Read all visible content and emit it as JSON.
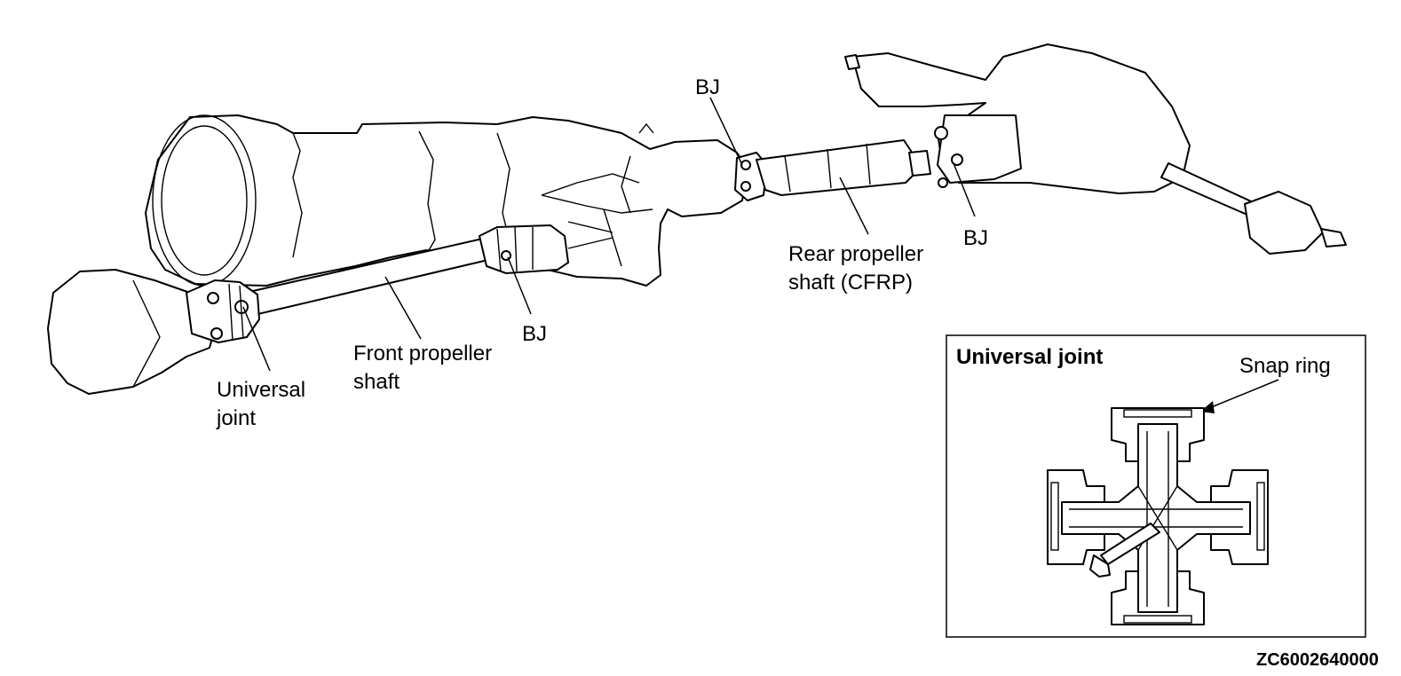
{
  "labels": {
    "bj_top": "BJ",
    "bj_front": "BJ",
    "bj_rear": "BJ",
    "rear_shaft_line1": "Rear propeller",
    "rear_shaft_line2": "shaft (CFRP)",
    "front_shaft_line1": "Front propeller",
    "front_shaft_line2": "shaft",
    "universal_joint_line1": "Universal",
    "universal_joint_line2": "joint"
  },
  "inset": {
    "title": "Universal joint",
    "snap_ring": "Snap ring"
  },
  "figure_code": "ZC6002640000"
}
